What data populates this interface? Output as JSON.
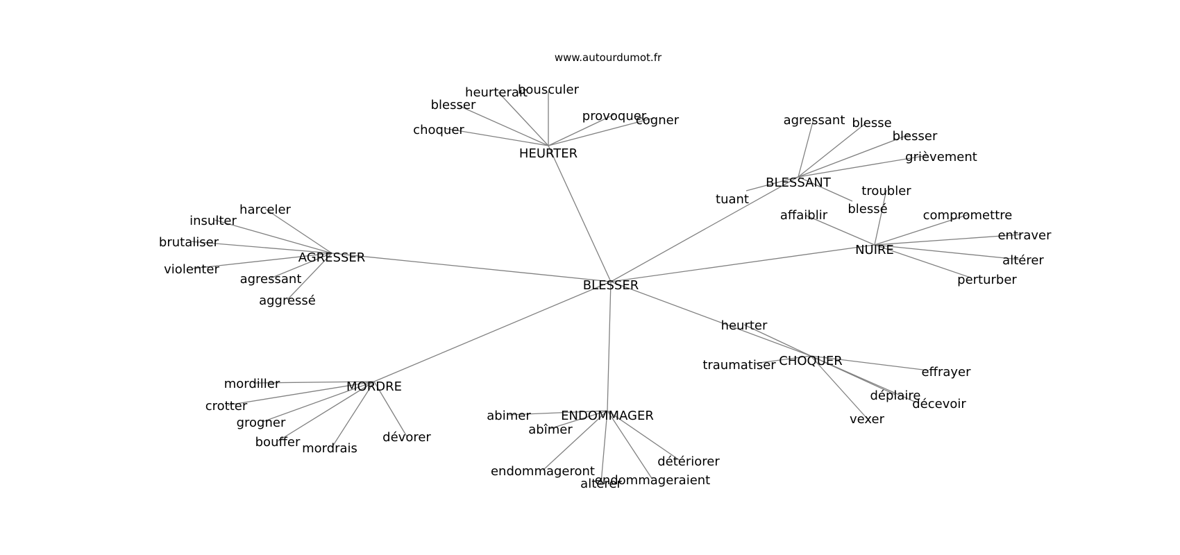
{
  "source": "www.autourdumot.fr",
  "center": "BLESSER",
  "clusters": [
    {
      "id": "HEURTER",
      "label": "HEURTER",
      "words": [
        "heurterait",
        "bousculer",
        "blesser",
        "choquer",
        "provoquer",
        "cogner"
      ]
    },
    {
      "id": "BLESSANT",
      "label": "BLESSANT",
      "words": [
        "agressant",
        "blesse",
        "blesser",
        "grièvement",
        "tuant",
        "blessé"
      ]
    },
    {
      "id": "NUIRE",
      "label": "NUIRE",
      "words": [
        "troubler",
        "affaiblir",
        "compromettre",
        "entraver",
        "altérer",
        "perturber"
      ]
    },
    {
      "id": "AGRESSER",
      "label": "AGRESSER",
      "words": [
        "harceler",
        "insulter",
        "brutaliser",
        "violenter",
        "agressant",
        "aggressé"
      ]
    },
    {
      "id": "CHOQUER",
      "label": "CHOQUER",
      "words": [
        "heurter",
        "traumatiser",
        "effrayer",
        "déplaire",
        "décevoir",
        "vexer"
      ]
    },
    {
      "id": "MORDRE",
      "label": "MORDRE",
      "words": [
        "mordiller",
        "crotter",
        "grogner",
        "bouffer",
        "mordrais",
        "dévorer"
      ]
    },
    {
      "id": "ENDOMMAGER",
      "label": "ENDOMMAGER",
      "words": [
        "abimer",
        "abîmer",
        "détériorer",
        "endommageront",
        "altérer",
        "endommageraient"
      ]
    }
  ]
}
